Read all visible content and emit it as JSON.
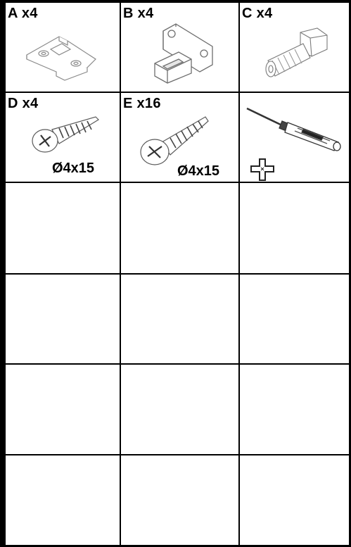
{
  "parts": [
    {
      "label": "A x4",
      "icon": "hinge-plate-icon"
    },
    {
      "label": "B x4",
      "icon": "bracket-icon"
    },
    {
      "label": "C x4",
      "icon": "bolt-nut-icon"
    },
    {
      "label": "D x4",
      "icon": "pan-head-screw-icon",
      "size": "Ø4x15"
    },
    {
      "label": "E x16",
      "icon": "countersunk-screw-icon",
      "size": "Ø4x15"
    },
    {
      "label": "",
      "icon": "screwdriver-icon",
      "extra_icon": "phillips-bit-icon"
    }
  ],
  "colors": {
    "line": "#000000",
    "drawing": "#7a7a7a",
    "background": "#ffffff"
  }
}
